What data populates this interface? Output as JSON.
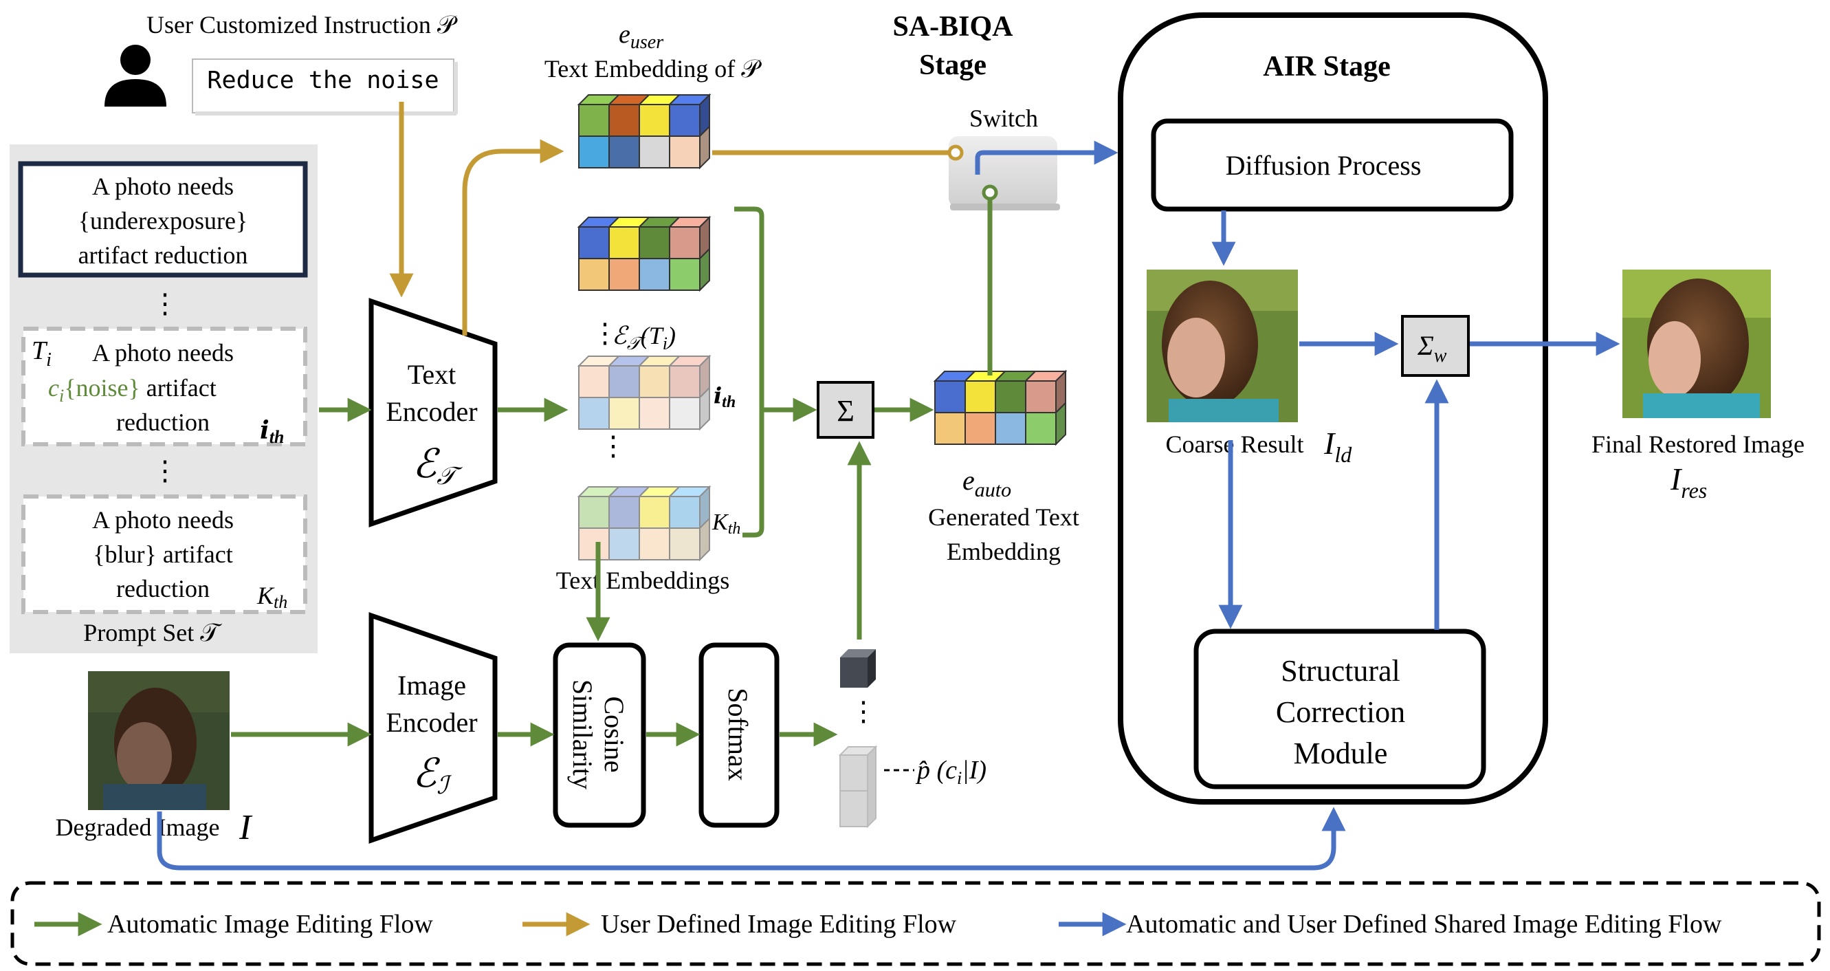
{
  "user": {
    "instruction_title": "User Customized Instruction 𝒫",
    "instruction_text": "Reduce the noise",
    "e_user": "e",
    "e_user_sub": "user",
    "e_user_caption": "Text Embedding of 𝒫"
  },
  "prompt_set": {
    "caption": "Prompt Set 𝒯",
    "first": [
      "A photo needs",
      "{underexposure}",
      "artifact reduction"
    ],
    "ith": {
      "label": "T",
      "label_sub": "i",
      "line1": "A photo needs",
      "ci": "c",
      "ci_sub": "i",
      "line2_colored": "{noise}",
      "line2_rest": " artifact",
      "line3": "reduction",
      "index": "𝒊",
      "index_sub": "th"
    },
    "kth": {
      "line1": "A photo needs",
      "line2": "{blur} artifact",
      "line3": "reduction",
      "index": "K",
      "index_sub": "th"
    },
    "ellipsis": "⋮"
  },
  "text_encoder": {
    "line1": "Text",
    "line2": "Encoder",
    "symbol": "ℰ",
    "symbol_sub": "𝒯"
  },
  "image_encoder": {
    "line1": "Image",
    "line2": "Encoder",
    "symbol": "ℰ",
    "symbol_sub": "ℐ"
  },
  "embeddings": {
    "label_ith": "ℰ",
    "label_ith_sub": "𝒯",
    "label_ith_rest": "(T",
    "label_ith_rest_sub": "i",
    "label_ith_close": ")",
    "ith_tag": "𝒊",
    "ith_tag_sub": "th",
    "kth_tag": "K",
    "kth_tag_sub": "th",
    "caption": "Text Embeddings"
  },
  "sum_symbol": "Σ",
  "sum_w_symbol": "Σ",
  "sum_w_sub": "w",
  "e_auto": {
    "symbol": "e",
    "sub": "auto",
    "line1": "Generated Text",
    "line2": "Embedding"
  },
  "sa_biqa": {
    "line1": "SA-BIQA",
    "line2": "Stage"
  },
  "switch_label": "Switch",
  "cosine": {
    "line1": "Cosine",
    "line2": "Similarity"
  },
  "softmax": "Softmax",
  "prob_label": "p̂ (c",
  "prob_sub": "i",
  "prob_rest": "|I)",
  "degraded": {
    "caption": "Degraded Image",
    "symbol": "I"
  },
  "air": {
    "title": "AIR Stage",
    "diffusion": "Diffusion Process",
    "coarse_caption": "Coarse Result",
    "coarse_symbol": "I",
    "coarse_sub": "ld",
    "scm": [
      "Structural",
      "Correction",
      "Module"
    ]
  },
  "final": {
    "caption": "Final Restored Image",
    "symbol": "I",
    "sub": "res"
  },
  "legend": {
    "green": "Automatic Image Editing Flow",
    "gold": "User Defined Image Editing Flow",
    "blue": "Automatic and User Defined Shared Image Editing Flow"
  },
  "colors": {
    "green": "#5f8a3a",
    "gold": "#c49a34",
    "blue": "#4a72c4",
    "box_dark": "#1e2a44",
    "prompt_bg": "#e6e6e6"
  }
}
